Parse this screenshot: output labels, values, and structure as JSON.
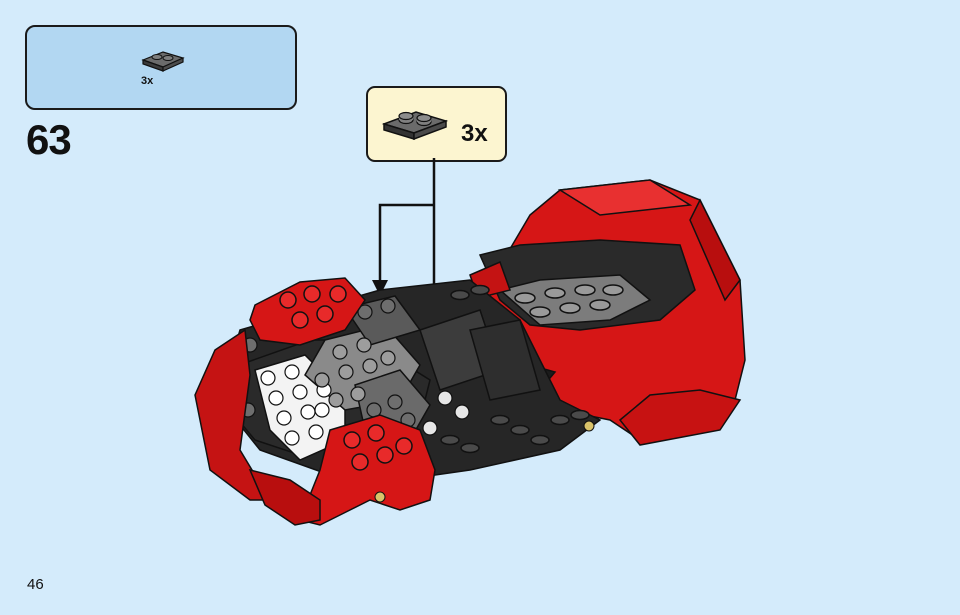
{
  "parts_box": {
    "quantity": "3x",
    "part_icon": "dark-gray-plate-1x2-icon"
  },
  "step": {
    "number": "63"
  },
  "callout": {
    "quantity": "3x",
    "part_icon": "dark-gray-plate-1x2-icon"
  },
  "page": {
    "number": "46"
  },
  "colors": {
    "background": "#d4ebfb",
    "parts_box_fill": "#b2d7f2",
    "callout_fill": "#fcf5d0",
    "brick_red": "#d81818",
    "dark_gray": "#5a5a5a",
    "light_gray": "#9e9e9e",
    "black": "#1b1b1b",
    "white": "#ffffff"
  }
}
